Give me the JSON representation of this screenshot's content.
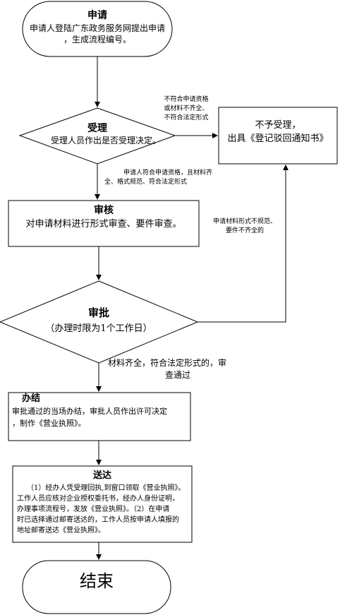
{
  "nodes": {
    "apply": {
      "title": "申请",
      "line1": "申请人登陆广东政务服务网提出申请",
      "line2": "，生成流程编号。"
    },
    "accept": {
      "title": "受理",
      "desc": "受理人员作出是否受理决定。"
    },
    "reject": {
      "line1": "不予受理，",
      "line2": "出具《登记驳回通知书》"
    },
    "review": {
      "title": "审核",
      "desc": "对申请材料进行形式审查、要件审查。"
    },
    "approve": {
      "title": "审批",
      "desc": "（办理时限为1个工作日）"
    },
    "handle": {
      "title": "办结",
      "line1": "审批通过的当场办结，审批人员作出许可决定",
      "line2": "，制作《营业执照》。"
    },
    "deliver": {
      "title": "送达",
      "line1": "（1）经办人凭受理回执,到窗口领取《营业执照》。",
      "line2": "工作人员应核对企业授权委托书，经办人身份证明，",
      "line3": "办理事项流程号，发放《营业执照》。（2）在申请",
      "line4": "时已选择通过邮寄送达的，工作人员按申请人填报的",
      "line5": "地址邮寄送达《营业执照》。"
    },
    "end": {
      "title": "结束"
    }
  },
  "edges": {
    "not_qualified": {
      "line1": "不符合申请资格",
      "line2": "或材料不齐全、",
      "line3": "不符合法定形式"
    },
    "qualified": {
      "line1": "申请人符合申请资格，且材料齐",
      "line2": "全、格式规范、符合法定形式"
    },
    "not_standard": {
      "line1": "申请材料形式不规范、",
      "line2": "要件不齐全的"
    },
    "approved": {
      "line1": "材料齐全，符合法定形式的，审",
      "line2": "查通过"
    }
  }
}
